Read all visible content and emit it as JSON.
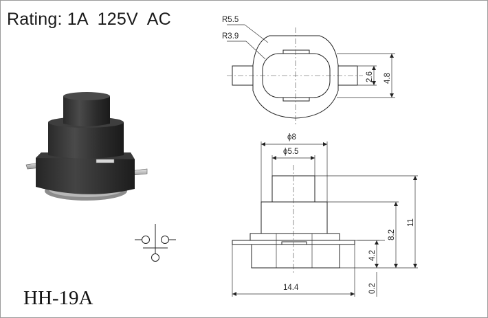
{
  "header": {
    "rating": "Rating: 1A  125V  AC"
  },
  "model": {
    "name": "HH-19A"
  },
  "top_view": {
    "labels": {
      "r_outer": "R5.5",
      "r_inner": "R3.9",
      "dim_small": "2.6",
      "dim_large": "4.8"
    }
  },
  "side_view": {
    "labels": {
      "dia_outer": "ϕ8",
      "dia_inner": "ϕ5.5",
      "height_total": "11",
      "height_body": "8.2",
      "height_base": "4.2",
      "width_base": "14.4",
      "thickness": "0.2"
    }
  }
}
